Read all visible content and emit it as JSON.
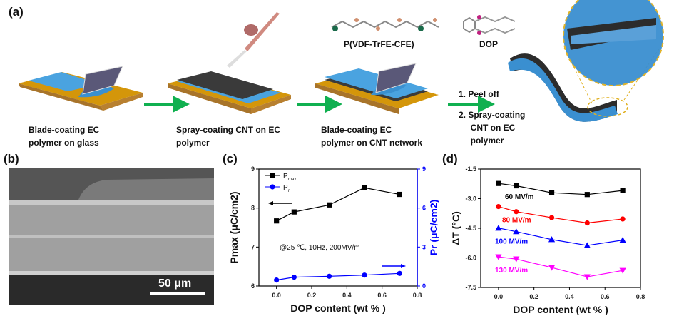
{
  "panels": {
    "a": "(a)",
    "b": "(b)",
    "c": "(c)",
    "d": "(d)"
  },
  "steps": {
    "s1": [
      "Blade-coating EC",
      "polymer on glass"
    ],
    "s2": [
      "Spray-coating CNT on EC",
      "polymer"
    ],
    "s3": [
      "Blade-coating EC",
      "polymer on CNT network"
    ],
    "s4": [
      "1.  Peel off",
      "2.  Spray-coating",
      "     CNT on EC",
      "     polymer"
    ]
  },
  "molecules": {
    "polymer": "P(VDF-TrFE-CFE)",
    "additive": "DOP"
  },
  "sem": {
    "scale_bar": "50 μm"
  },
  "chart_data": [
    {
      "type": "line",
      "panel": "c",
      "xlabel": "DOP content (wt % )",
      "ylabel": "Pmax (μC/cm2)",
      "ylabel_right": "Pr (μC/cm2)",
      "xlim": [
        -0.1,
        0.8
      ],
      "ylim": [
        6,
        9
      ],
      "ylim_right": [
        0,
        9
      ],
      "xticks": [
        "0.0",
        "0.2",
        "0.4",
        "0.6",
        "0.8"
      ],
      "yticks": [
        "6",
        "7",
        "8",
        "9"
      ],
      "yticks_right": [
        "0",
        "3",
        "6",
        "9"
      ],
      "annotation": "@25 ℃, 10Hz, 200MV/m",
      "x": [
        0,
        0.1,
        0.3,
        0.5,
        0.7
      ],
      "series": [
        {
          "name": "Pmax",
          "axis": "left",
          "color": "#000000",
          "marker": "square",
          "values": [
            7.67,
            7.9,
            8.08,
            8.52,
            8.35
          ]
        },
        {
          "name": "Pr",
          "axis": "right",
          "color": "#0000ff",
          "marker": "circle",
          "values": [
            0.46,
            0.68,
            0.75,
            0.84,
            0.97
          ]
        }
      ],
      "legend": [
        "P",
        "max",
        "P",
        "r"
      ]
    },
    {
      "type": "line",
      "panel": "d",
      "xlabel": "DOP content (wt % )",
      "ylabel": "ΔT (°C)",
      "xlim": [
        -0.1,
        0.8
      ],
      "ylim": [
        -7.5,
        -1.5
      ],
      "xticks": [
        "0.0",
        "0.2",
        "0.4",
        "0.6",
        "0.8"
      ],
      "yticks": [
        "-7.5",
        "-6.0",
        "-4.5",
        "-3.0",
        "-1.5"
      ],
      "x": [
        0,
        0.1,
        0.3,
        0.5,
        0.7
      ],
      "series": [
        {
          "name": "60 MV/m",
          "color": "#000000",
          "marker": "square",
          "values": [
            -2.23,
            -2.35,
            -2.7,
            -2.79,
            -2.59
          ]
        },
        {
          "name": "80 MV/m",
          "color": "#ff0000",
          "marker": "circle",
          "values": [
            -3.4,
            -3.66,
            -3.96,
            -4.23,
            -4.03
          ]
        },
        {
          "name": "100 MV/m",
          "color": "#0000ff",
          "marker": "triangle",
          "values": [
            -4.49,
            -4.67,
            -5.07,
            -5.37,
            -5.1
          ]
        },
        {
          "name": "130 MV/m",
          "color": "#ff00ff",
          "marker": "triangle-down",
          "values": [
            -5.95,
            -6.06,
            -6.49,
            -6.96,
            -6.64
          ]
        }
      ]
    }
  ]
}
